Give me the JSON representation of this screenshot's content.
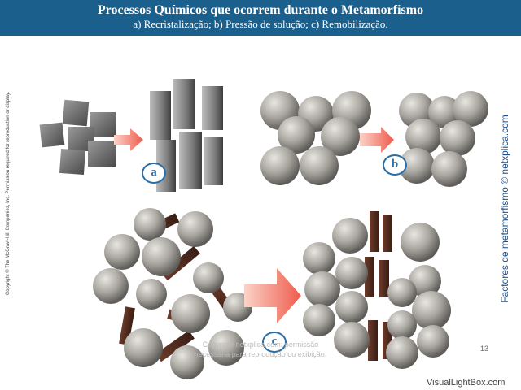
{
  "header": {
    "title": "Processos Químicos que ocorrem durante o Metamorfismo",
    "subtitle": "a) Recristalização;  b) Pressão de solução; c) Remobilização."
  },
  "copyright_vertical": "Copyright © The McGraw-Hill Companies, Inc. Permission required for reproduction or display.",
  "side_vertical": "Factores de metamorfismo © netxplica.com",
  "labels": {
    "a": "a",
    "b": "b",
    "c": "c"
  },
  "watermark": {
    "line1": "Copyright netxplica.com: permissão",
    "line2": "necessária para reprodução ou exibição."
  },
  "page_number": "13",
  "brand": "VisualLightBox.com",
  "colors": {
    "header_bg": "#1b5f8c",
    "arrow": "#f06a5a",
    "label_ring": "#2a6ea8",
    "side_text": "#1f4f8a"
  },
  "icons": {
    "arrow": "right-arrow-icon"
  }
}
